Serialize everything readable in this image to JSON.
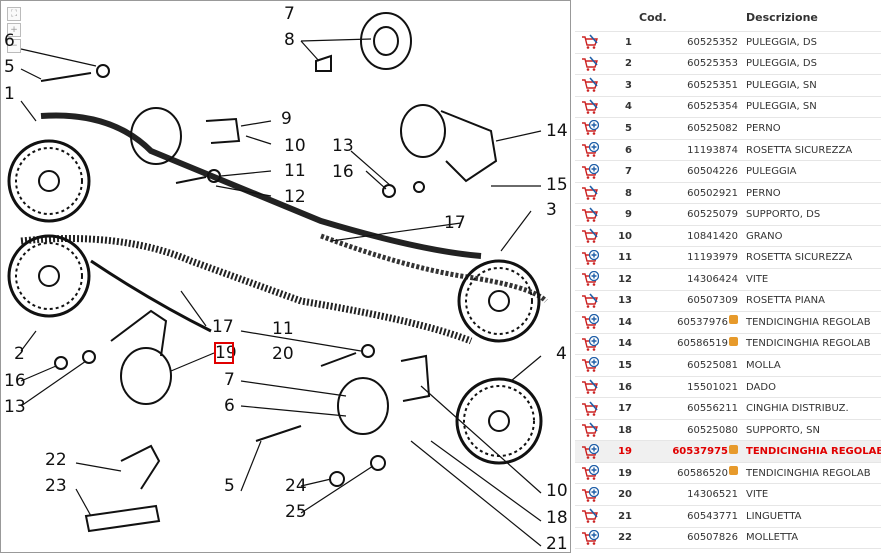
{
  "diagram": {
    "callouts": [
      "7",
      "8",
      "6",
      "5",
      "1",
      "9",
      "10",
      "11",
      "12",
      "13",
      "16",
      "14",
      "15",
      "17",
      "3",
      "2",
      "17",
      "19",
      "11",
      "20",
      "7",
      "6",
      "16",
      "13",
      "4",
      "22",
      "23",
      "24",
      "25",
      "5",
      "10",
      "18",
      "21"
    ],
    "highlighted_callout": "19"
  },
  "parts": {
    "header": {
      "cod": "Cod.",
      "desc": "Descrizione"
    },
    "rows": [
      {
        "icon": "cart-remove-icon",
        "num": "1",
        "cod": "60525352",
        "desc": "PULEGGIA, DS",
        "badge": false
      },
      {
        "icon": "cart-remove-icon",
        "num": "2",
        "cod": "60525353",
        "desc": "PULEGGIA, DS",
        "badge": false
      },
      {
        "icon": "cart-remove-icon",
        "num": "3",
        "cod": "60525351",
        "desc": "PULEGGIA, SN",
        "badge": false
      },
      {
        "icon": "cart-remove-icon",
        "num": "4",
        "cod": "60525354",
        "desc": "PULEGGIA, SN",
        "badge": false
      },
      {
        "icon": "cart-add-icon",
        "num": "5",
        "cod": "60525082",
        "desc": "PERNO",
        "badge": false
      },
      {
        "icon": "cart-add-icon",
        "num": "6",
        "cod": "11193874",
        "desc": "ROSETTA SICUREZZA",
        "badge": false
      },
      {
        "icon": "cart-add-icon",
        "num": "7",
        "cod": "60504226",
        "desc": "PULEGGIA",
        "badge": false
      },
      {
        "icon": "cart-remove-icon",
        "num": "8",
        "cod": "60502921",
        "desc": "PERNO",
        "badge": false
      },
      {
        "icon": "cart-remove-icon",
        "num": "9",
        "cod": "60525079",
        "desc": "SUPPORTO, DS",
        "badge": false
      },
      {
        "icon": "cart-remove-icon",
        "num": "10",
        "cod": "10841420",
        "desc": "GRANO",
        "badge": false
      },
      {
        "icon": "cart-add-icon",
        "num": "11",
        "cod": "11193979",
        "desc": "ROSETTA SICUREZZA",
        "badge": false
      },
      {
        "icon": "cart-add-icon",
        "num": "12",
        "cod": "14306424",
        "desc": "VITE",
        "badge": false
      },
      {
        "icon": "cart-remove-icon",
        "num": "13",
        "cod": "60507309",
        "desc": "ROSETTA PIANA",
        "badge": false
      },
      {
        "icon": "cart-add-icon",
        "num": "14",
        "cod": "60537976",
        "desc": "TENDICINGHIA REGOLAB",
        "badge": true
      },
      {
        "icon": "cart-add-icon",
        "num": "14",
        "cod": "60586519",
        "desc": "TENDICINGHIA REGOLAB",
        "badge": true
      },
      {
        "icon": "cart-add-icon",
        "num": "15",
        "cod": "60525081",
        "desc": "MOLLA",
        "badge": false
      },
      {
        "icon": "cart-remove-icon",
        "num": "16",
        "cod": "15501021",
        "desc": "DADO",
        "badge": false
      },
      {
        "icon": "cart-remove-icon",
        "num": "17",
        "cod": "60556211",
        "desc": "CINGHIA DISTRIBUZ.",
        "badge": false
      },
      {
        "icon": "cart-remove-icon",
        "num": "18",
        "cod": "60525080",
        "desc": "SUPPORTO, SN",
        "badge": false
      },
      {
        "icon": "cart-add-icon",
        "num": "19",
        "cod": "60537975",
        "desc": "TENDICINGHIA REGOLAB",
        "badge": true,
        "selected": true
      },
      {
        "icon": "cart-add-icon",
        "num": "19",
        "cod": "60586520",
        "desc": "TENDICINGHIA REGOLAB",
        "badge": true
      },
      {
        "icon": "cart-add-icon",
        "num": "20",
        "cod": "14306521",
        "desc": "VITE",
        "badge": false
      },
      {
        "icon": "cart-remove-icon",
        "num": "21",
        "cod": "60543771",
        "desc": "LINGUETTA",
        "badge": false
      },
      {
        "icon": "cart-add-icon",
        "num": "22",
        "cod": "60507826",
        "desc": "MOLLETTA",
        "badge": false
      }
    ]
  },
  "colors": {
    "highlight": "#e00000",
    "cart_red": "#cc2222",
    "cart_blue": "#1f5fa8",
    "badge": "#e79a2b"
  }
}
